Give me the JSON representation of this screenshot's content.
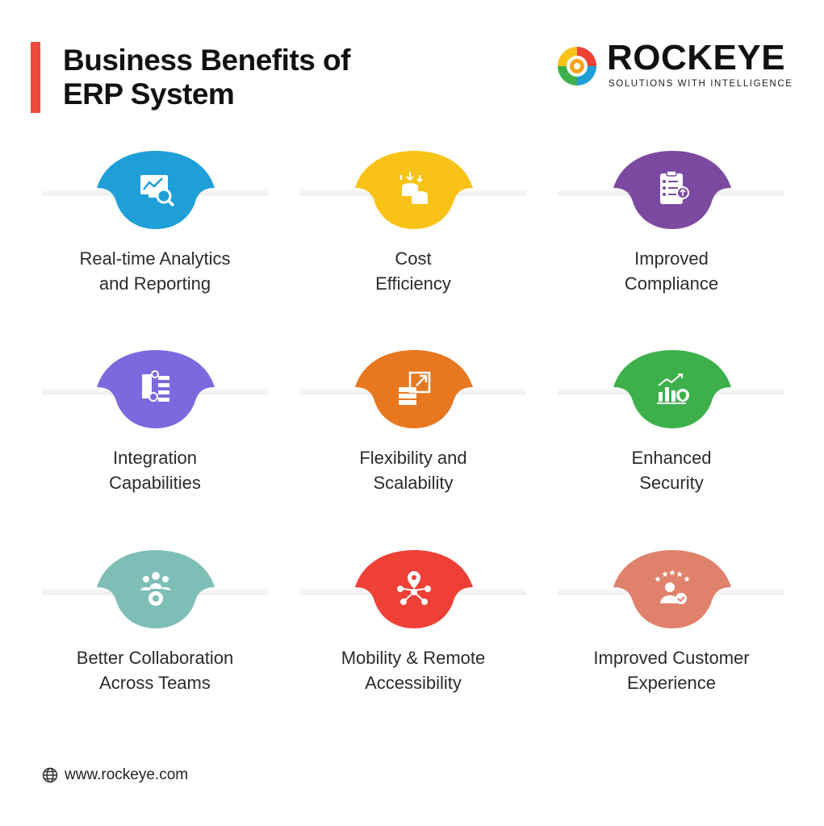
{
  "header": {
    "title_line1": "Business Benefits of",
    "title_line2": "ERP System"
  },
  "logo": {
    "name": "ROCKEYE",
    "tagline": "SOLUTIONS WITH INTELLIGENCE"
  },
  "benefits": [
    {
      "line1": "Real-time Analytics",
      "line2": "and Reporting",
      "color": "#1e9fd8",
      "icon": "analytics-icon"
    },
    {
      "line1": "Cost",
      "line2": "Efficiency",
      "color": "#f8c316",
      "icon": "coins-icon"
    },
    {
      "line1": "Improved",
      "line2": "Compliance",
      "color": "#7b4aa0",
      "icon": "checklist-icon"
    },
    {
      "line1": "Integration",
      "line2": "Capabilities",
      "color": "#7a6ade",
      "icon": "integration-icon"
    },
    {
      "line1": "Flexibility and",
      "line2": "Scalability",
      "color": "#e7781f",
      "icon": "scalability-icon"
    },
    {
      "line1": "Enhanced",
      "line2": "Security",
      "color": "#3db04b",
      "icon": "security-icon"
    },
    {
      "line1": "Better Collaboration",
      "line2": "Across Teams",
      "color": "#7dbeb6",
      "icon": "team-icon"
    },
    {
      "line1": "Mobility & Remote",
      "line2": "Accessibility",
      "color": "#ee4037",
      "icon": "location-network-icon"
    },
    {
      "line1": "Improved Customer",
      "line2": "Experience",
      "color": "#e0816b",
      "icon": "customer-rating-icon"
    }
  ],
  "footer": {
    "website": "www.rockeye.com"
  }
}
